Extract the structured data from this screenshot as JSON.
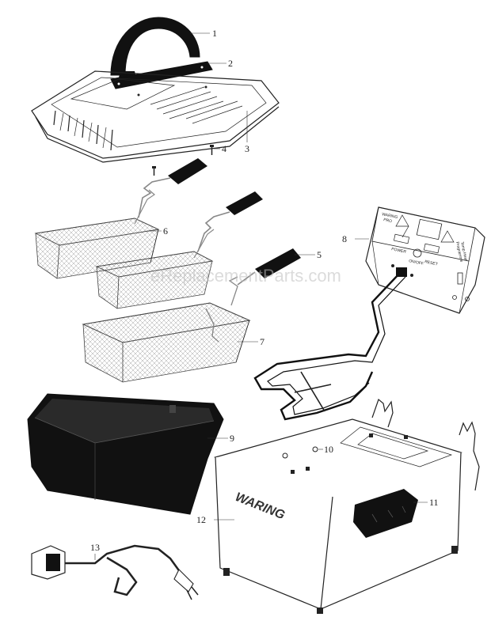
{
  "diagram": {
    "watermark": "eReplacementParts.com",
    "brand_label": "WARING",
    "control_panel": {
      "brand": "WARING",
      "sub": "PRO",
      "power": "POWER",
      "onoff": "ON/OFF",
      "reset": "RESET",
      "program": "Programme",
      "temp": "Temp Heat"
    },
    "callouts": [
      "1",
      "2",
      "3",
      "4",
      "5",
      "6",
      "7",
      "8",
      "9",
      "10",
      "11",
      "12",
      "13"
    ]
  }
}
